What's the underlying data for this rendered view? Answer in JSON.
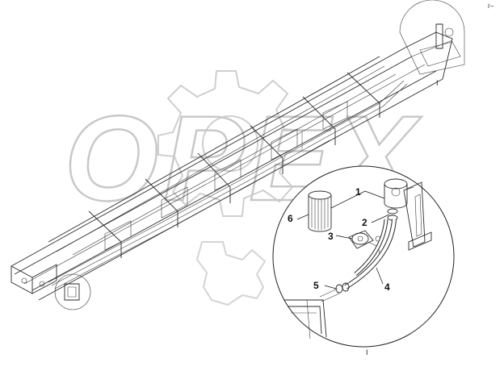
{
  "drawing": {
    "corner_mark": "г–",
    "callouts": [
      {
        "id": "1",
        "label": "1"
      },
      {
        "id": "2",
        "label": "2"
      },
      {
        "id": "3",
        "label": "3"
      },
      {
        "id": "4",
        "label": "4"
      },
      {
        "id": "5",
        "label": "5"
      },
      {
        "id": "6",
        "label": "6"
      }
    ],
    "detail_tick_top": "I",
    "detail_tick_bottom": "I"
  },
  "watermark": {
    "text": "OPEX",
    "color": "#d9d9d9"
  },
  "colors": {
    "line": "#2a2a2a",
    "background": "#ffffff",
    "gear": "#cfcfcf"
  }
}
